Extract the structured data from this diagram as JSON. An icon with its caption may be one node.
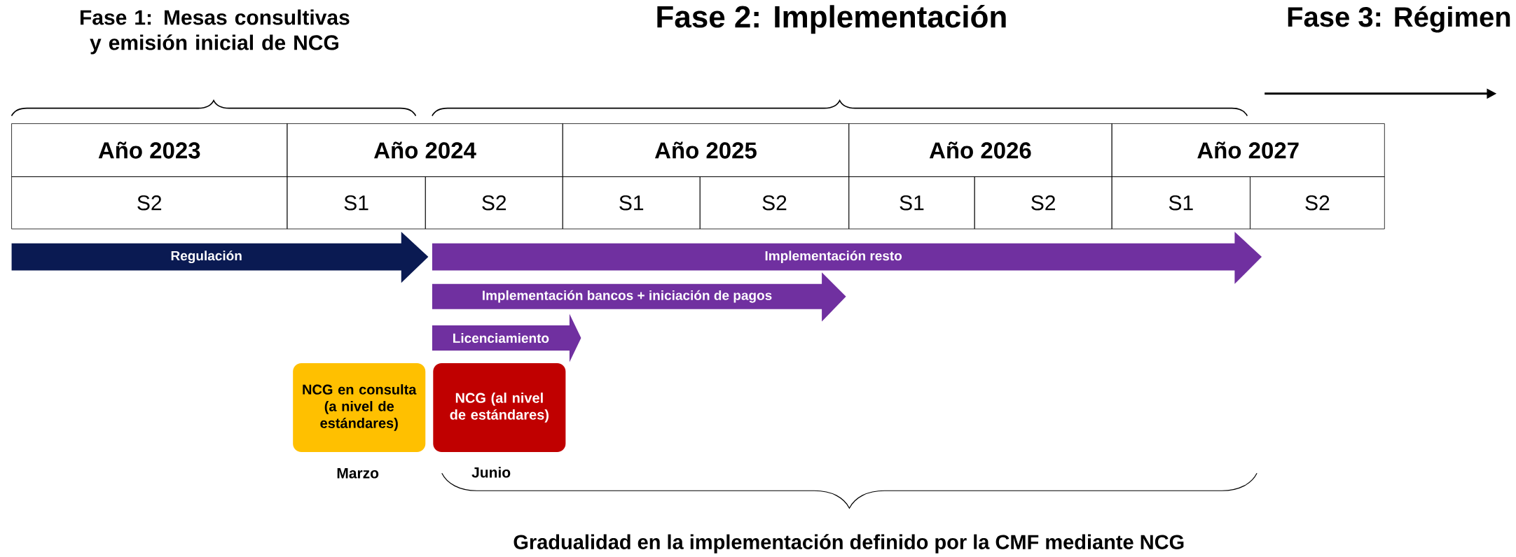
{
  "diagram": {
    "nodes": [
      {
        "text": [
          "Regulación"
        ]
      },
      {
        "text": [
          "Implementación resto"
        ]
      },
      {
        "text": [
          "Implementación bancos + iniciación de pagos"
        ]
      },
      {
        "text": [
          "Licenciamiento"
        ]
      },
      {
        "text": [
          "NCG en consulta (a nivel de estándares)"
        ],
        "beside": [
          "Marzo"
        ]
      },
      {
        "text": [
          "NCG (al nivel de estándares)"
        ],
        "beside": [
          "Junio"
        ]
      }
    ],
    "labels": [
      "Fase 1: Mesas consultivas y emisión inicial de NCG",
      "Fase 2: Implementación",
      "Fase 3: Régimen",
      "Año 2023",
      "Año 2024",
      "Año 2025",
      "Año 2026",
      "Año 2027",
      "S2",
      "S1",
      "S2",
      "S1",
      "S2",
      "S1",
      "S2",
      "S1",
      "S2",
      "Gradualidad en la implementación definido por la CMF mediante NCG"
    ]
  }
}
